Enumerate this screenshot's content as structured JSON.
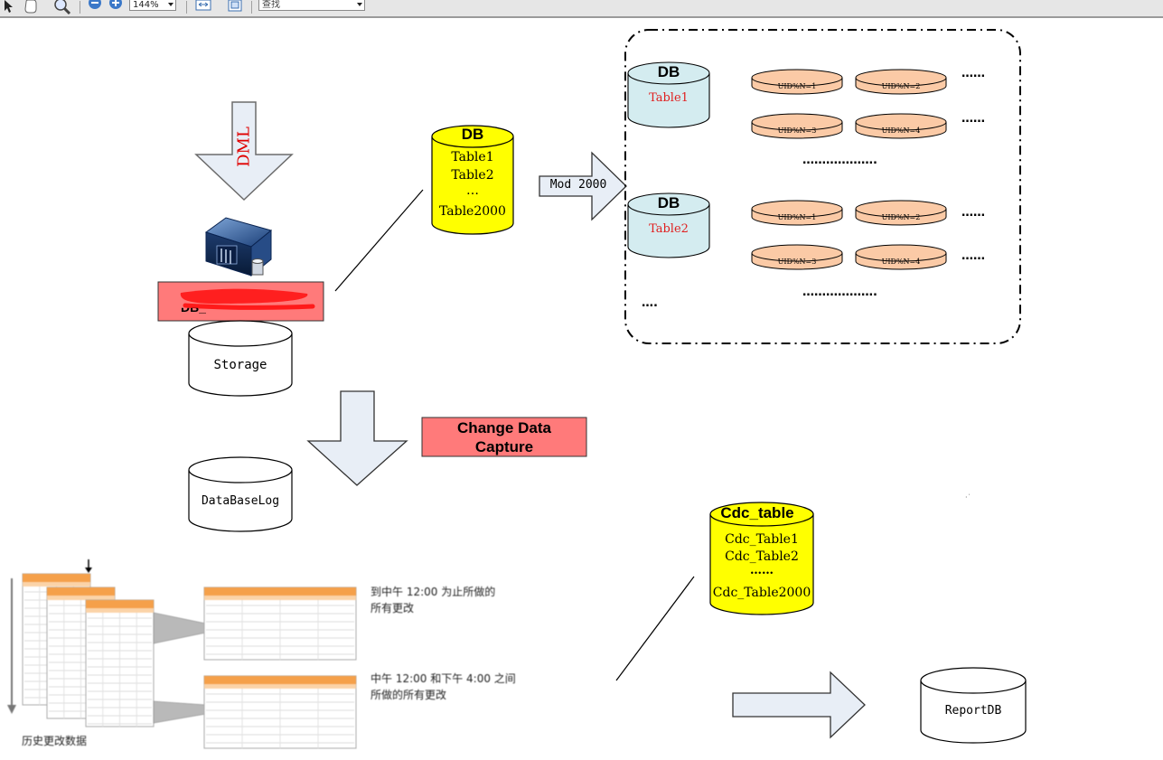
{
  "toolbar": {
    "zoom_value": "144%",
    "find_placeholder": "查找"
  },
  "dml_label": "DML",
  "server_label": "DB_",
  "storage_label": "Storage",
  "database_log_label": "DataBaseLog",
  "cdc_label": "Change Data\nCapture",
  "source_db": {
    "title": "DB",
    "tables": [
      "Table1",
      "Table2",
      "…",
      "Table2000"
    ]
  },
  "mod_label": "Mod 2000",
  "shard_groups": [
    {
      "db_title": "DB",
      "table": "Table1",
      "partitions": [
        "UID%N=1",
        "UID%N=2",
        "UID%N=3",
        "UID%N=4"
      ]
    },
    {
      "db_title": "DB",
      "table": "Table2",
      "partitions": [
        "UID%N=1",
        "UID%N=2",
        "UID%N=3",
        "UID%N=4"
      ]
    }
  ],
  "ellipsis_short": "……",
  "ellipsis_long": "……………….",
  "ellipsis_tiny": "….",
  "cdc_db": {
    "title": "Cdc_table",
    "tables": [
      "Cdc_Table1",
      "Cdc_Table2",
      "……",
      "Cdc_Table2000"
    ]
  },
  "report_db_label": "ReportDB",
  "history": {
    "caption": "历史更改数据",
    "note1": "到中午 12:00 为止所做的\n所有更改",
    "note2": "中午 12:00 和下午 4:00 之间\n所做的所有更改"
  },
  "colors": {
    "yellow_db": "#ffff00",
    "blue_db": "#d4ecf0",
    "orange_disk": "#fbcaa6",
    "red_box": "#ff7a7a",
    "arrow_fill": "#e8eef6"
  }
}
